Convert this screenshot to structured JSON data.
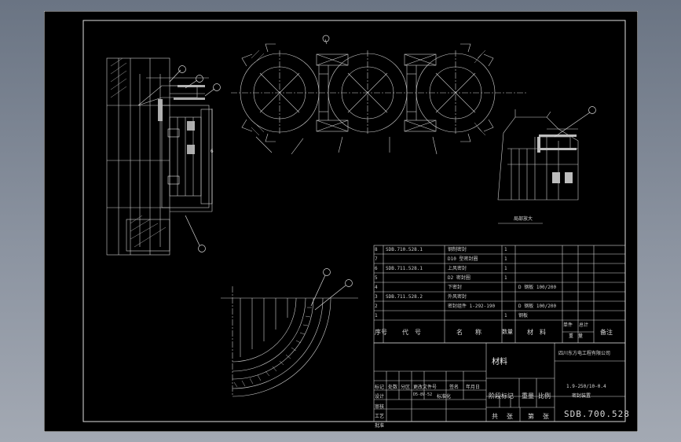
{
  "bom": {
    "rows": [
      {
        "no": "8",
        "code": "SDB.710.528.1",
        "name": "钢制密封",
        "qty": "1",
        "material": "",
        "note": ""
      },
      {
        "no": "7",
        "code": "",
        "name": "D10 型密封圈",
        "qty": "1",
        "material": "",
        "note": ""
      },
      {
        "no": "6",
        "code": "SDB.711.528.1",
        "name": "上风密封",
        "qty": "1",
        "material": "",
        "note": ""
      },
      {
        "no": "5",
        "code": "",
        "name": "D2 密封圈",
        "qty": "1",
        "material": "",
        "note": ""
      },
      {
        "no": "4",
        "code": "",
        "name": "下密封",
        "qty": "",
        "material": "D 钢板 100/200",
        "note": ""
      },
      {
        "no": "3",
        "code": "SDB.711.528.2",
        "name": "外风密封",
        "qty": "",
        "material": "",
        "note": ""
      },
      {
        "no": "2",
        "code": "",
        "name": "密封组件 1-292-190",
        "qty": "",
        "material": "D 钢板 100/200",
        "note": ""
      },
      {
        "no": "1",
        "code": "",
        "name": "",
        "qty": "1",
        "material": "钢板",
        "note": ""
      }
    ],
    "headers": {
      "no": "序号",
      "code": "代号",
      "name": "名称",
      "qty": "数量",
      "material": "材料",
      "weight_single": "单件",
      "weight_total": "总计",
      "weight": "重量",
      "note": "备注"
    }
  },
  "title_block": {
    "material_cell": "材料",
    "company": "四川东方电工程有限公司",
    "title_line1": "1.9-250/10-0.4",
    "title_line2": "密封装置",
    "drawing_no": "SDB.700.528",
    "stage_mark": "阶段标记",
    "weight": "重量",
    "scale": "比例",
    "sheets_total": "共 张",
    "sheet_no": "第 张",
    "rev_labels": [
      "标记",
      "处数",
      "分区",
      "更改文件号",
      "签名",
      "年月日"
    ],
    "role_labels": [
      "设计",
      "标准化",
      "审核",
      "工艺",
      "批准"
    ],
    "design_sig": "D5-8V-52"
  },
  "annotations": {
    "dim_mark": "6",
    "detail_label": "局部放大"
  }
}
